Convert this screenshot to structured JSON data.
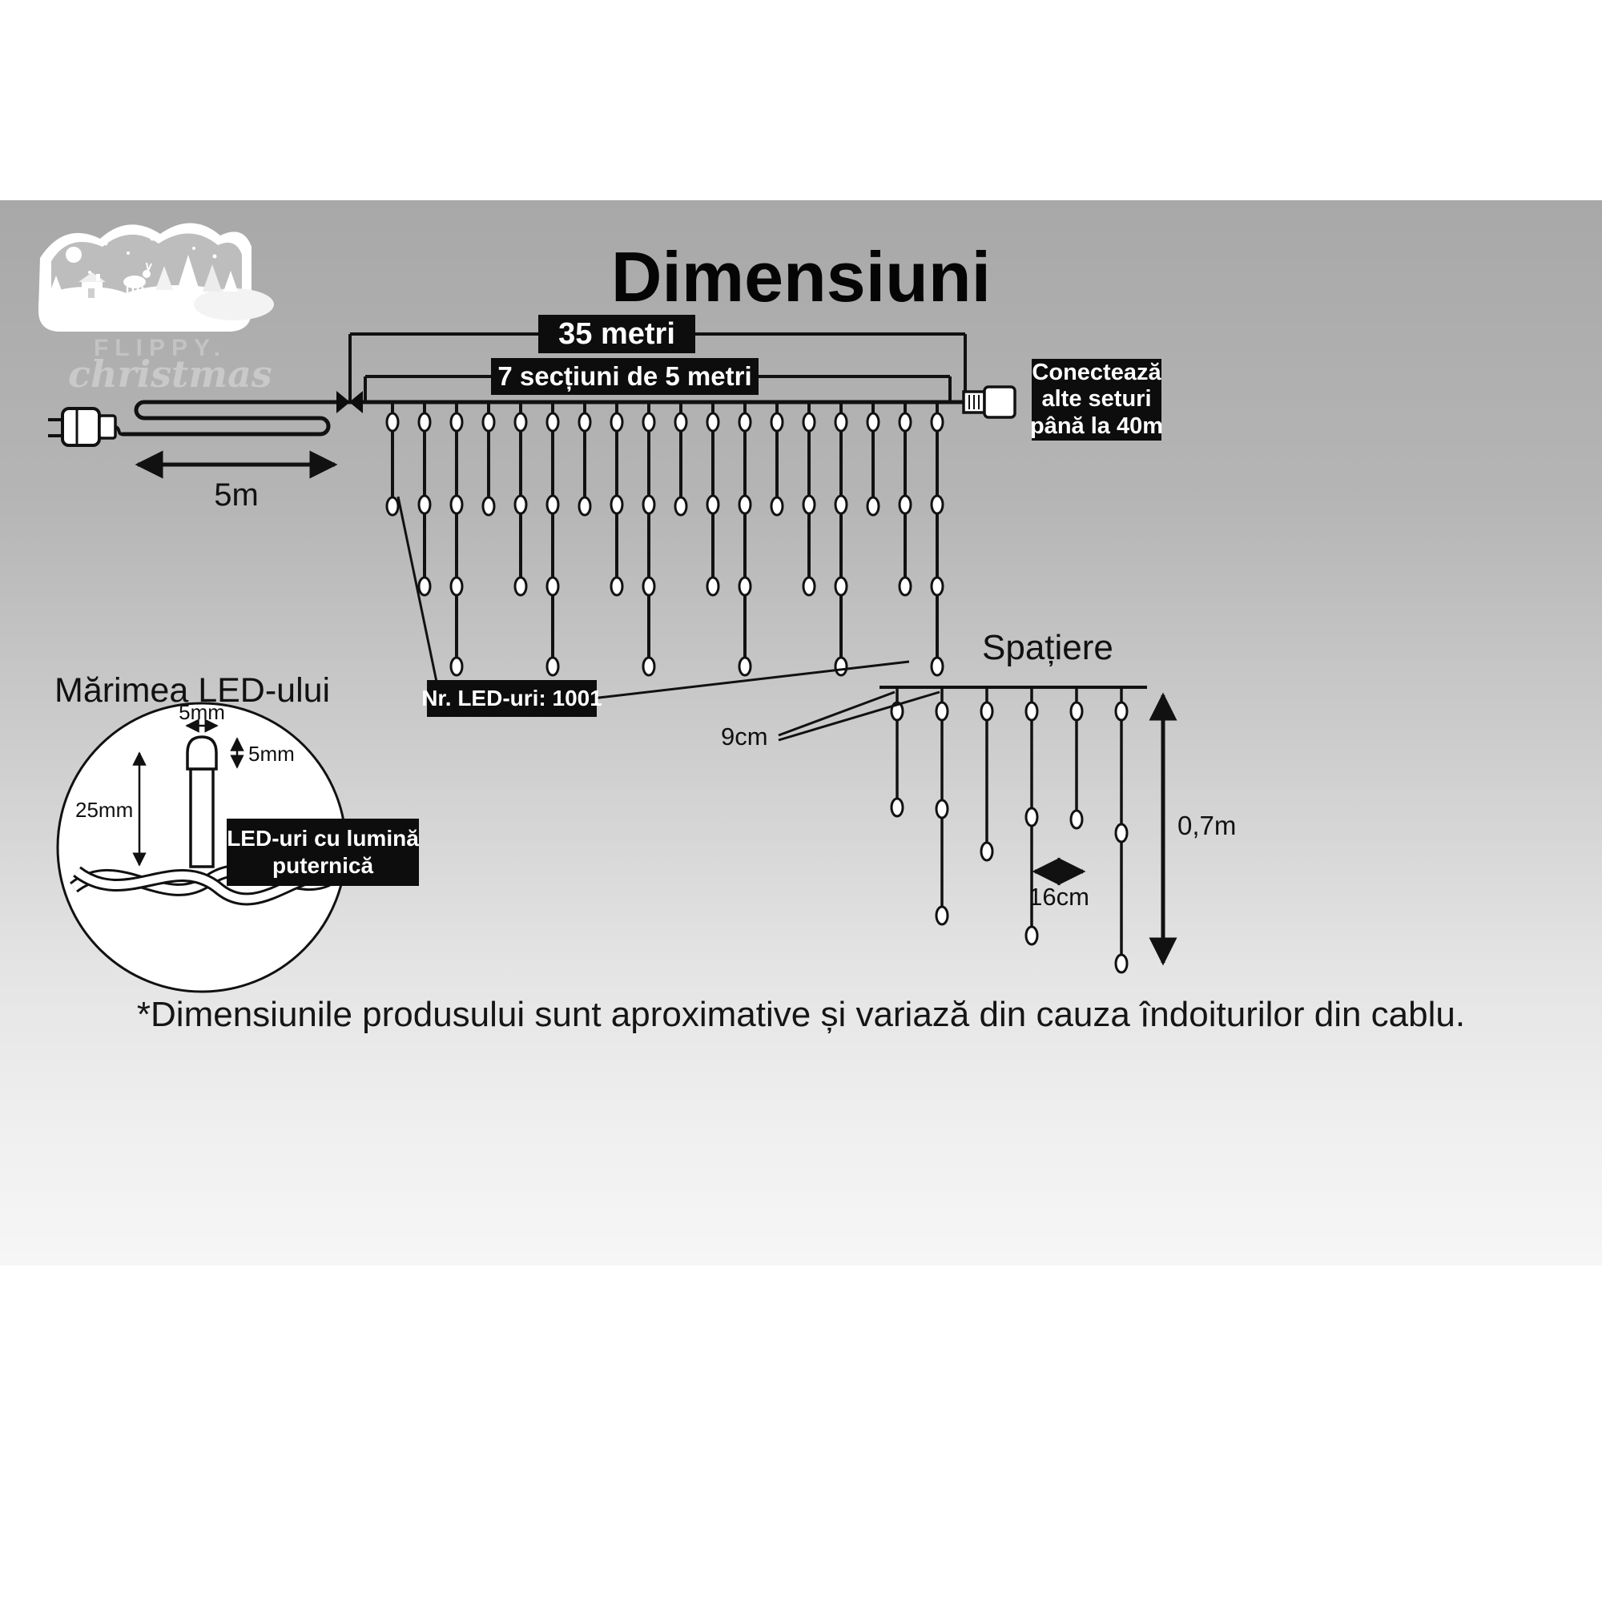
{
  "brand": {
    "name": "FLIPPY.",
    "script": "christmas"
  },
  "title": "Dimensiuni",
  "dimensions": {
    "total_length": "35 metri",
    "sections": "7 secțiuni de 5 metri",
    "lead_length": "5m",
    "connector_note": [
      "Conectează",
      "alte seturi",
      "până la 40m"
    ],
    "led_count": "Nr. LED-uri: 1001"
  },
  "spacing": {
    "title": "Spațiere",
    "drop_gap": "9cm",
    "bulb_gap": "16cm",
    "drop_height": "0,7m"
  },
  "led_size": {
    "title": "Mărimea LED-ului",
    "cap_width": "5mm",
    "cap_height": "5mm",
    "body_length": "25mm",
    "note": [
      "LED-uri cu lumină",
      "puternică"
    ]
  },
  "footnote": "*Dimensiunile produsului sunt aproximative și variază din cauza îndoiturilor din cablu.",
  "colors": {
    "badge_bg": "#0d0d0d",
    "panel_top": "#a8a8a8",
    "panel_bottom": "#f6f6f6",
    "ink": "#111111"
  }
}
